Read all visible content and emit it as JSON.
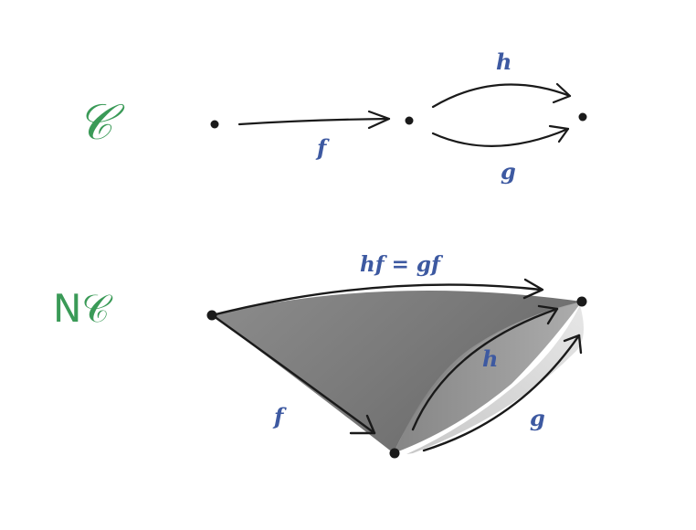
{
  "labels": {
    "category": "𝒞",
    "nerve": "N𝒞",
    "f_top": "f",
    "h_top": "h",
    "g_top": "g",
    "composite": "hf = gf",
    "f_bottom": "f",
    "h_bottom": "h",
    "g_bottom": "g"
  },
  "colors": {
    "label_green": "#3a9a57",
    "arrow_blue": "#3d59a1",
    "ink": "#1a1a1a",
    "shade_dark": "#6f6f6f",
    "shade_mid": "#9a9a9a",
    "shade_light": "#d4d4d4"
  }
}
